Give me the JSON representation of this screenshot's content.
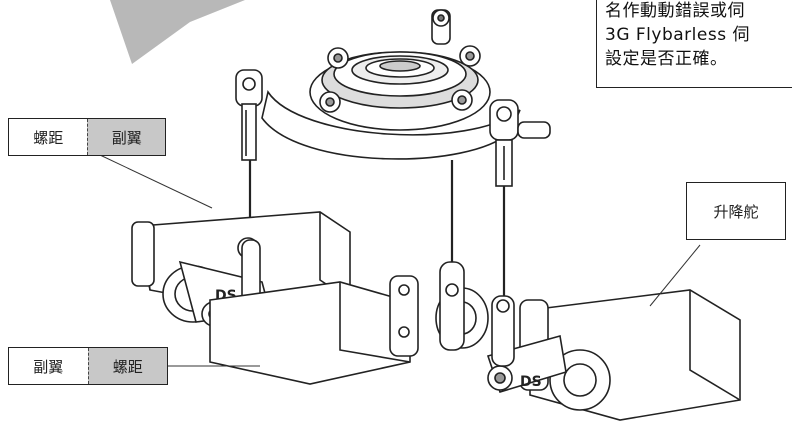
{
  "labels": {
    "top_left": {
      "left_text": "螺距",
      "right_text": "副翼"
    },
    "bottom_left": {
      "left_text": "副翼",
      "right_text": "螺距"
    },
    "right": {
      "text": "升降舵"
    }
  },
  "note": {
    "line1": "名作動動錯誤或伺",
    "line2": "3G Flybarless 伺",
    "line3": "設定是否正確。"
  }
}
